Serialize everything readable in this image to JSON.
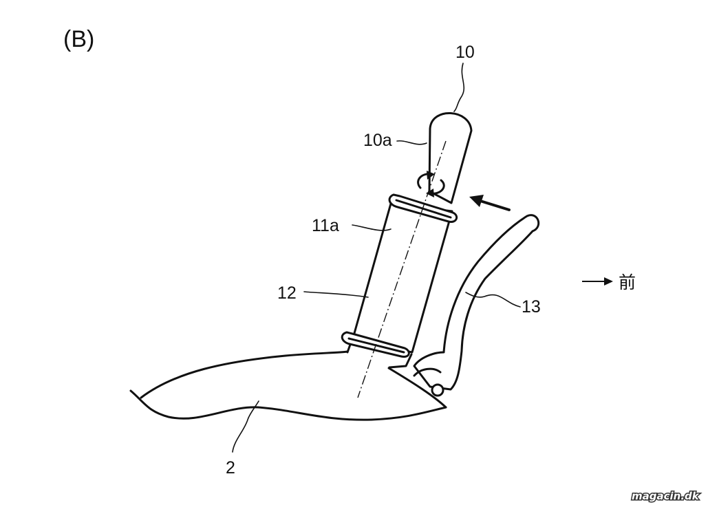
{
  "panel_label": "(B)",
  "labels": {
    "l10": "10",
    "l10a": "10a",
    "l11a": "11a",
    "l12": "12",
    "l13": "13",
    "l2": "2",
    "front": "前"
  },
  "watermark": "magacin.dk",
  "icons": {
    "rotation": "rotation-arrows-icon",
    "push_arrow": "arrow-up-left-icon",
    "front_arrow": "arrow-right-icon"
  }
}
